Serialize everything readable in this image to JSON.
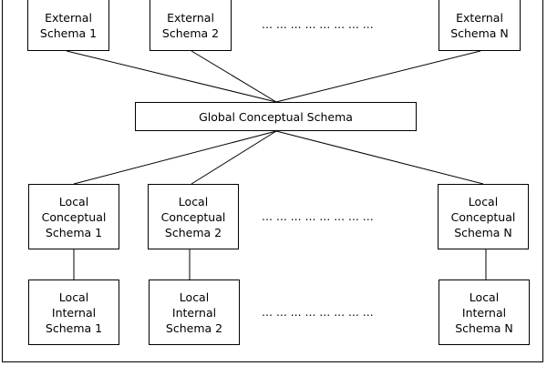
{
  "diagram": {
    "external": [
      {
        "line1": "External",
        "line2": "Schema 1"
      },
      {
        "line1": "External",
        "line2": "Schema 2"
      },
      {
        "line1": "External",
        "line2": "Schema N"
      }
    ],
    "global": "Global Conceptual Schema",
    "local_conceptual": [
      {
        "line1": "Local",
        "line2": "Conceptual",
        "line3": "Schema 1"
      },
      {
        "line1": "Local",
        "line2": "Conceptual",
        "line3": "Schema 2"
      },
      {
        "line1": "Local",
        "line2": "Conceptual",
        "line3": "Schema N"
      }
    ],
    "local_internal": [
      {
        "line1": "Local",
        "line2": "Internal",
        "line3": "Schema 1"
      },
      {
        "line1": "Local",
        "line2": "Internal",
        "line3": "Schema 2"
      },
      {
        "line1": "Local",
        "line2": "Internal",
        "line3": "Schema N"
      }
    ],
    "ellipsis": "…   …   …   …   …   …   …   …"
  }
}
